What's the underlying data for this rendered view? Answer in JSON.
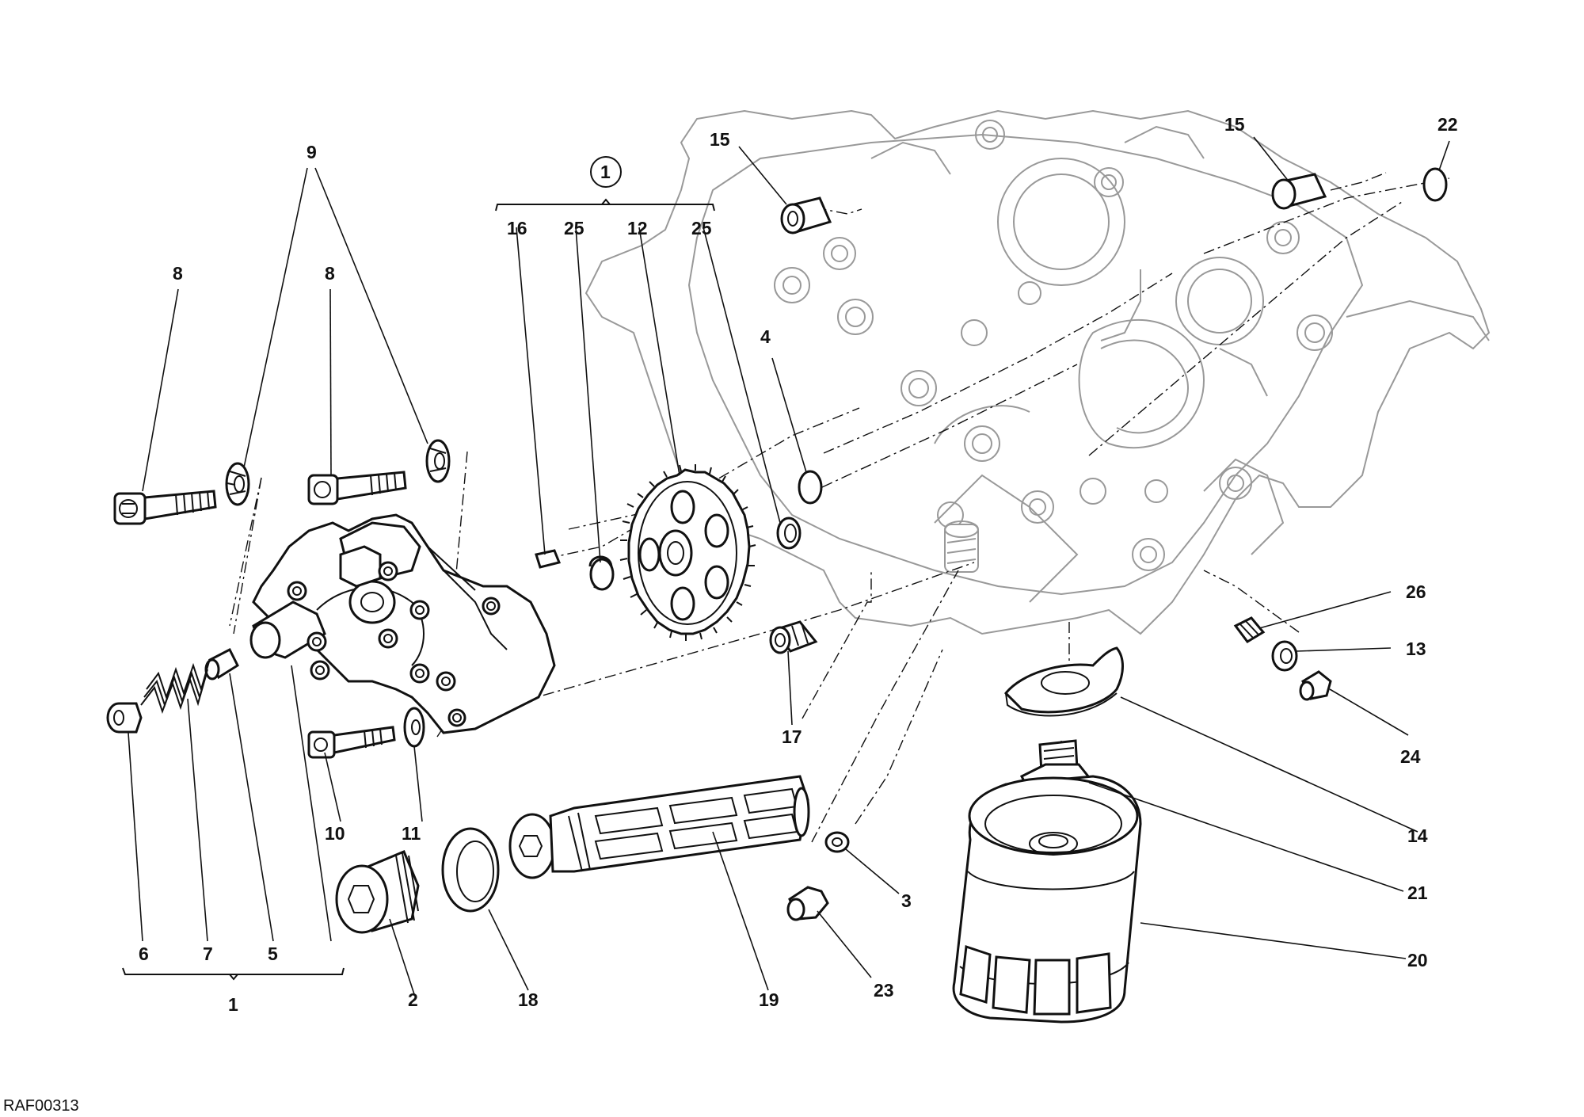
{
  "diagram": {
    "code": "RAF00313",
    "group_symbol": "1",
    "callouts": {
      "c1": "1",
      "c2": "2",
      "c3": "3",
      "c4": "4",
      "c5": "5",
      "c6": "6",
      "c7": "7",
      "c8a": "8",
      "c8b": "8",
      "c9": "9",
      "c10": "10",
      "c11": "11",
      "c12": "12",
      "c13": "13",
      "c14": "14",
      "c15a": "15",
      "c15b": "15",
      "c16": "16",
      "c17": "17",
      "c18": "18",
      "c19": "19",
      "c20": "20",
      "c21": "21",
      "c22": "22",
      "c23": "23",
      "c24": "24",
      "c25a": "25",
      "c25b": "25",
      "c26": "26"
    }
  }
}
